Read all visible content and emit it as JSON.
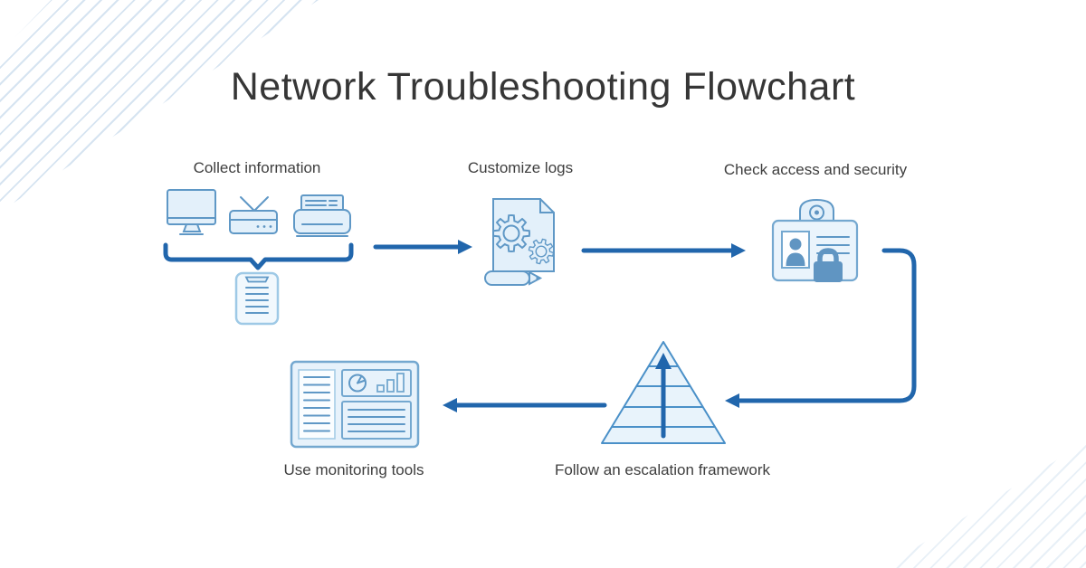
{
  "title": "Network Troubleshooting Flowchart",
  "colors": {
    "accent_arrow": "#2166ac",
    "icon_stroke": "#5f98c6",
    "icon_fill": "#e3f0fa",
    "icon_solid": "#6095c2",
    "label_text": "#3e3e3e",
    "title_text": "#363636",
    "decor_stripe": "#3176b8"
  },
  "steps": [
    {
      "id": "collect-information",
      "label": "Collect information",
      "icons": [
        "monitor-icon",
        "router-icon",
        "printer-icon",
        "brace-connector",
        "clipboard-icon"
      ]
    },
    {
      "id": "customize-logs",
      "label": "Customize logs",
      "icons": [
        "document-gears-icon",
        "pencil-icon"
      ]
    },
    {
      "id": "check-access-and-security",
      "label": "Check access and security",
      "icons": [
        "id-badge-icon",
        "webcam-icon",
        "person-icon",
        "padlock-icon"
      ]
    },
    {
      "id": "follow-escalation-framework",
      "label": "Follow an escalation framework",
      "icons": [
        "pyramid-icon",
        "up-arrow-icon"
      ]
    },
    {
      "id": "use-monitoring-tools",
      "label": "Use monitoring tools",
      "icons": [
        "dashboard-icon",
        "pie-chart-icon",
        "bar-chart-icon"
      ]
    }
  ],
  "flow": [
    {
      "from": "collect-information",
      "to": "customize-logs",
      "shape": "straight-right-arrow"
    },
    {
      "from": "customize-logs",
      "to": "check-access-and-security",
      "shape": "straight-right-arrow"
    },
    {
      "from": "check-access-and-security",
      "to": "follow-escalation-framework",
      "shape": "elbow-down-left-arrow"
    },
    {
      "from": "follow-escalation-framework",
      "to": "use-monitoring-tools",
      "shape": "straight-left-arrow"
    }
  ]
}
